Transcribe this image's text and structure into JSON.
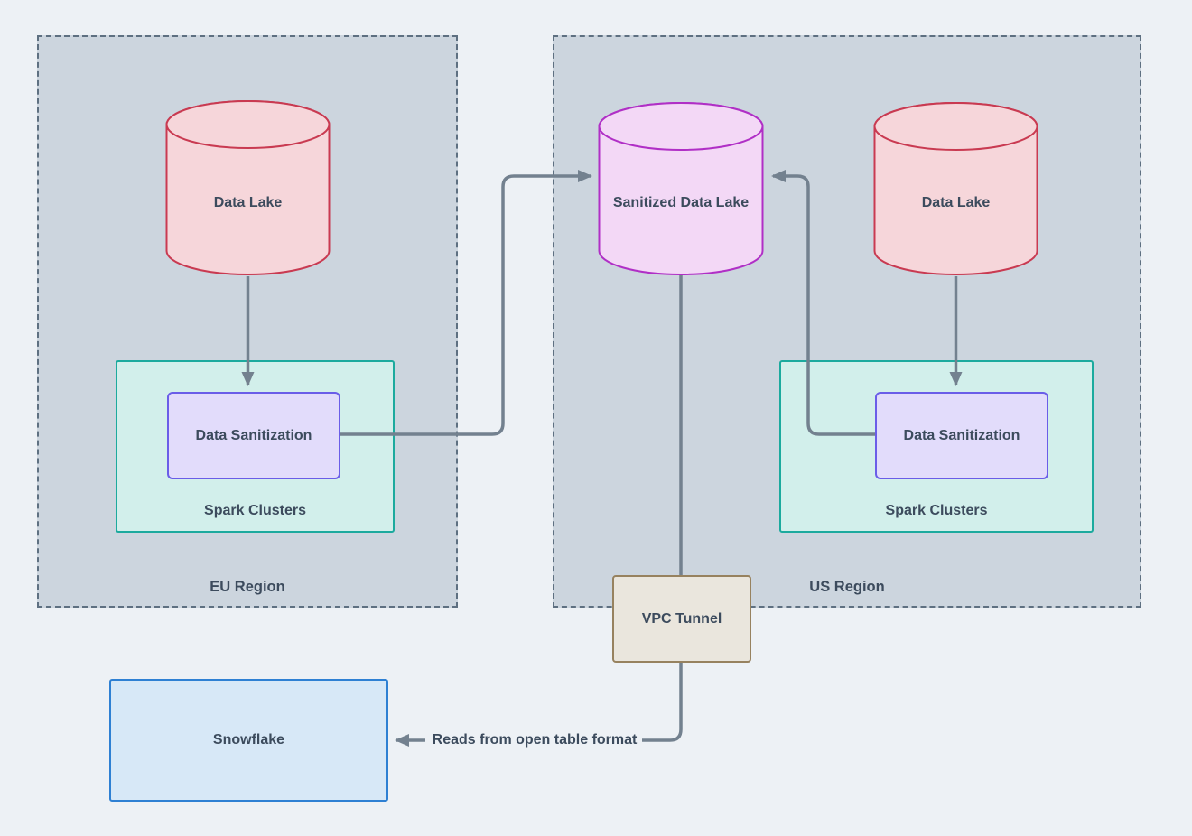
{
  "diagram": {
    "regions": {
      "eu": {
        "label": "EU Region"
      },
      "us": {
        "label": "US Region"
      }
    },
    "nodes": {
      "eu_data_lake": {
        "label": "Data Lake",
        "shape": "cylinder"
      },
      "eu_spark_clusters": {
        "label": "Spark Clusters",
        "shape": "container"
      },
      "eu_data_sanitization": {
        "label": "Data Sanitization",
        "shape": "rect"
      },
      "sanitized_data_lake": {
        "label": "Sanitized Data Lake",
        "shape": "cylinder"
      },
      "us_data_lake": {
        "label": "Data Lake",
        "shape": "cylinder"
      },
      "us_spark_clusters": {
        "label": "Spark Clusters",
        "shape": "container"
      },
      "us_data_sanitization": {
        "label": "Data Sanitization",
        "shape": "rect"
      },
      "vpc_tunnel": {
        "label": "VPC Tunnel",
        "shape": "rect"
      },
      "snowflake": {
        "label": "Snowflake",
        "shape": "rect"
      }
    },
    "edges": [
      {
        "from": "eu_data_lake",
        "to": "eu_data_sanitization",
        "label": ""
      },
      {
        "from": "eu_data_sanitization",
        "to": "sanitized_data_lake",
        "label": ""
      },
      {
        "from": "us_data_lake",
        "to": "us_data_sanitization",
        "label": ""
      },
      {
        "from": "us_data_sanitization",
        "to": "sanitized_data_lake",
        "label": ""
      },
      {
        "from": "sanitized_data_lake",
        "to": "vpc_tunnel",
        "label": ""
      },
      {
        "from": "vpc_tunnel",
        "to": "snowflake",
        "label": "Reads from open table format"
      }
    ],
    "colors": {
      "background": "#edf1f5",
      "region_fill": "#ccd5de",
      "region_border": "#5e7081",
      "data_lake_fill": "#f6d6da",
      "data_lake_stroke": "#c93a51",
      "sanitized_lake_fill": "#f3d8f6",
      "sanitized_lake_stroke": "#b02fc6",
      "spark_fill": "#d2efeb",
      "spark_stroke": "#1caa9e",
      "sanitization_fill": "#e2dcfb",
      "sanitization_stroke": "#6a5de8",
      "vpc_fill": "#eae6dd",
      "vpc_stroke": "#97825f",
      "snowflake_fill": "#d7e8f7",
      "snowflake_stroke": "#2e80d3",
      "connector": "#73818f",
      "text": "#3c4b5d"
    }
  }
}
